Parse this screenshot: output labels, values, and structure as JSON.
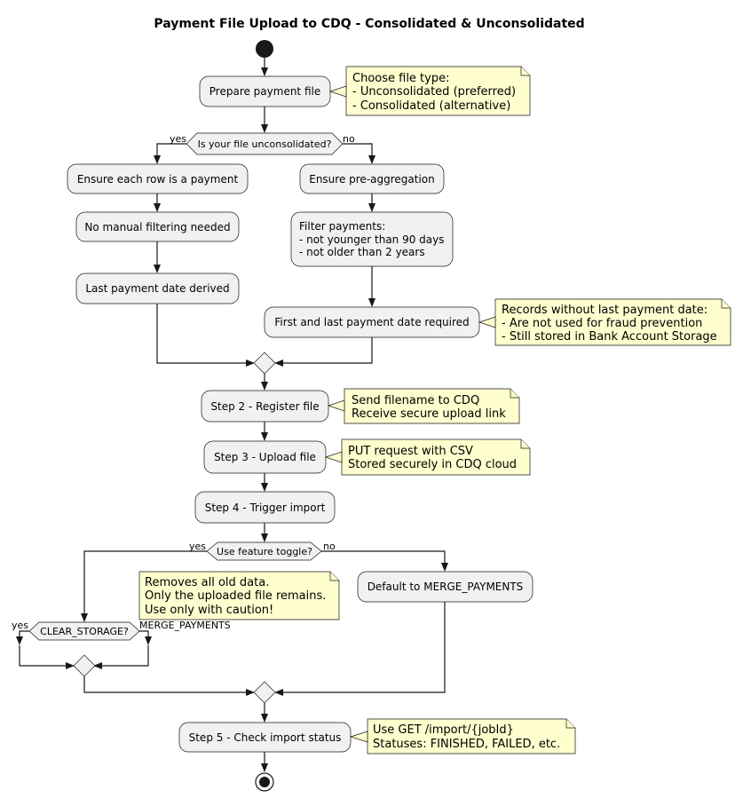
{
  "title": "Payment File Upload to CDQ - Consolidated & Unconsolidated",
  "activities": {
    "prepare": "Prepare payment file",
    "ensure_row": "Ensure each row is a payment",
    "no_filter": "No manual filtering needed",
    "last_date": "Last payment date derived",
    "ensure_preagg": "Ensure pre-aggregation",
    "filter": [
      "Filter payments:",
      "- not younger than 90 days",
      "- not older than 2 years"
    ],
    "first_last": "First and last payment date required",
    "register": "Step 2 - Register file",
    "upload": "Step 3 - Upload file",
    "trigger": "Step 4 - Trigger import",
    "default_merge": "Default to MERGE_PAYMENTS",
    "check_status": "Step 5 - Check import status"
  },
  "decisions": {
    "unconsolidated": "Is your file unconsolidated?",
    "feature_toggle": "Use feature toggle?",
    "clear_storage": "CLEAR_STORAGE?"
  },
  "edge_labels": {
    "yes": "yes",
    "no": "no",
    "merge_payments": "MERGE_PAYMENTS"
  },
  "notes": {
    "file_type": [
      "Choose file type:",
      "- Unconsolidated (preferred)",
      "- Consolidated (alternative)"
    ],
    "records": [
      "Records without last payment date:",
      "- Are not used for fraud prevention",
      "- Still stored in Bank Account Storage"
    ],
    "register": [
      "Send filename to CDQ",
      "Receive secure upload link"
    ],
    "upload": [
      "PUT request with CSV",
      "Stored securely in CDQ cloud"
    ],
    "clear": [
      "Removes all old data.",
      "Only the uploaded file remains.",
      "Use only with caution!"
    ],
    "status": [
      "Use GET /import/{jobId}",
      "Statuses: FINISHED, FAILED, etc."
    ]
  },
  "colors": {
    "activity_fill": "#f1f1f1",
    "note_fill": "#fefece",
    "line": "#181818"
  }
}
